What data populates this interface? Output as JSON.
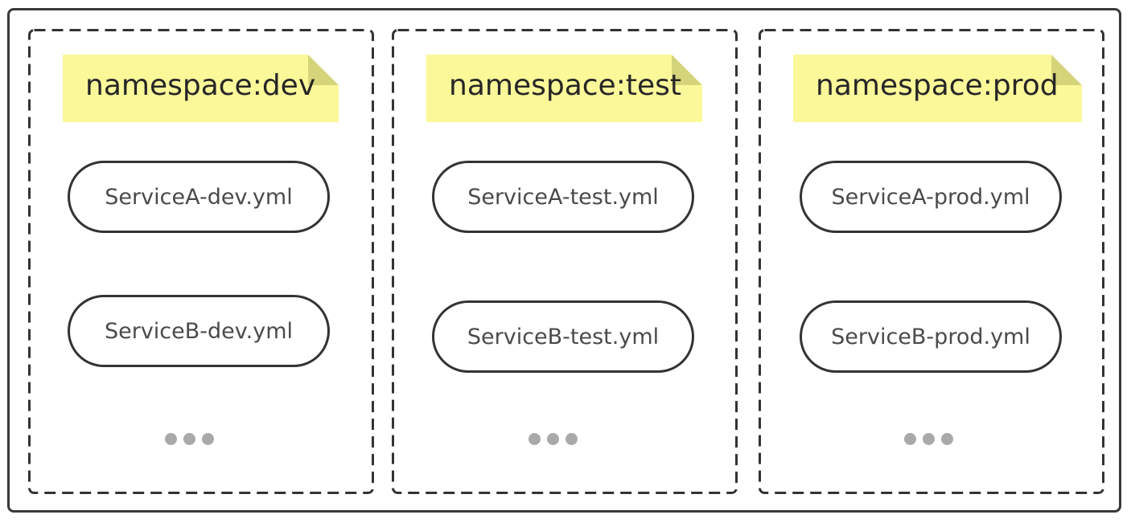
{
  "namespaces": [
    {
      "title": "namespace:dev",
      "files": [
        "ServiceA-dev.yml",
        "ServiceB-dev.yml"
      ],
      "more": "•••"
    },
    {
      "title": "namespace:test",
      "files": [
        "ServiceA-test.yml",
        "ServiceB-test.yml"
      ],
      "more": "•••"
    },
    {
      "title": "namespace:prod",
      "files": [
        "ServiceA-prod.yml",
        "ServiceB-prod.yml"
      ],
      "more": "•••"
    }
  ],
  "colors": {
    "note_fill": "#fbf89a",
    "note_fold": "#d6d47a",
    "border": "#333333",
    "dots": "#a9a9a9"
  }
}
